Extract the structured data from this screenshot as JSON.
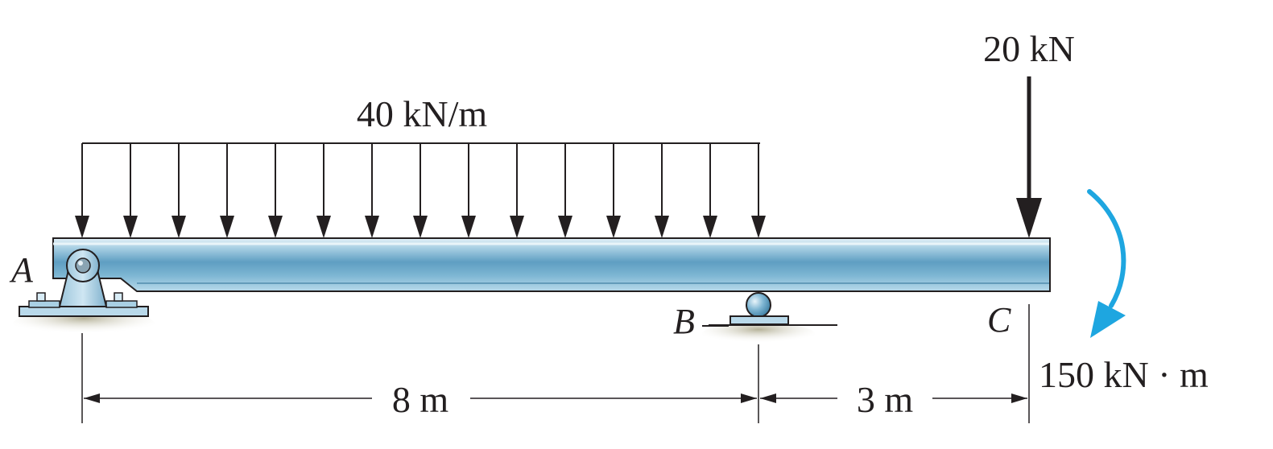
{
  "labels": {
    "distributed_load": "40 kN/m",
    "point_load": "20 kN",
    "moment": "150 kN · m",
    "point_a": "A",
    "point_b": "B",
    "point_c": "C",
    "span_ab": "8 m",
    "span_bc": "3 m"
  },
  "colors": {
    "beam_light": "#cfe6f2",
    "beam_mid": "#7fb6d3",
    "beam_dark": "#4d8fb2",
    "moment_arrow": "#1ea6e0",
    "ink": "#231f20",
    "ground_shadow": "#b8b39a"
  },
  "icons": {
    "support_a": "pin-support-icon",
    "support_b": "roller-support-icon",
    "moment": "clockwise-moment-arrow-icon"
  },
  "distributed_load_arrow_count": 15
}
